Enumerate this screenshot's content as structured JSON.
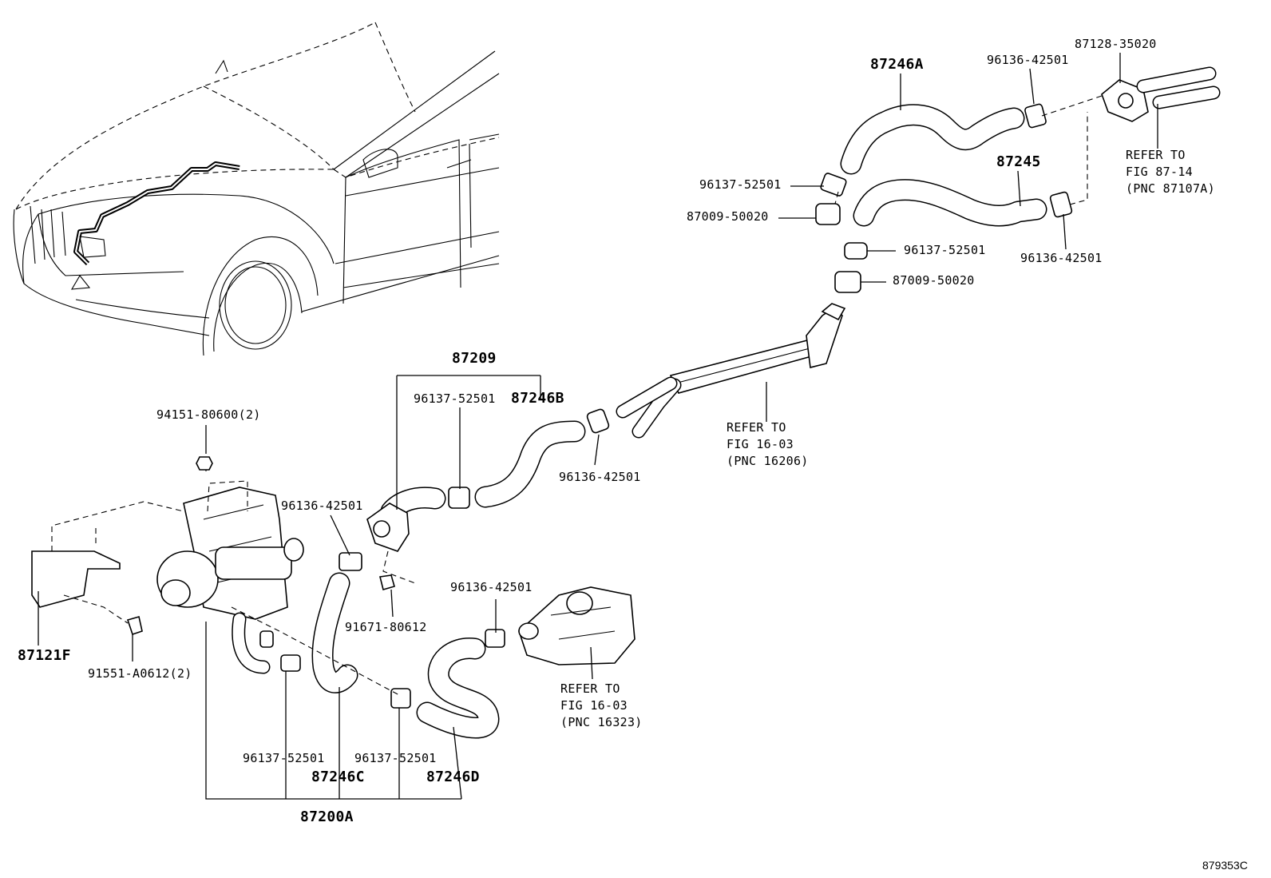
{
  "labels": {
    "hose_87246a": "87246A",
    "part_87128": "87128-35020",
    "clamp_top_right": "96136-42501",
    "refer_87_14": "REFER TO\nFIG 87-14\n(PNC 87107A)",
    "clamp_96137_top": "96137-52501",
    "clamp_87009_top": "87009-50020",
    "hose_87245": "87245",
    "clamp_96136_right": "96136-42501",
    "clamp_96137_mid": "96137-52501",
    "clamp_87009_mid": "87009-50020",
    "hose_87209": "87209",
    "clamp_96137_87209": "96137-52501",
    "hose_87246b": "87246B",
    "refer_16_03_pipe": "REFER TO\nFIG 16-03\n(PNC 16206)",
    "clamp_96136_pipe": "96136-42501",
    "nut_94151": "94151-80600(2)",
    "clamp_96136_center": "96136-42501",
    "clamp_96136_lower": "96136-42501",
    "bolt_91671": "91671-80612",
    "bracket_87121f": "87121F",
    "bolt_91551": "91551-A0612(2)",
    "refer_16_03_housing": "REFER TO\nFIG 16-03\n(PNC 16323)",
    "clamp_96137_low_left": "96137-52501",
    "clamp_96137_low_right": "96137-52501",
    "hose_87246c": "87246C",
    "hose_87246d": "87246D",
    "assy_87200a": "87200A",
    "diagram_code": "879353C"
  }
}
